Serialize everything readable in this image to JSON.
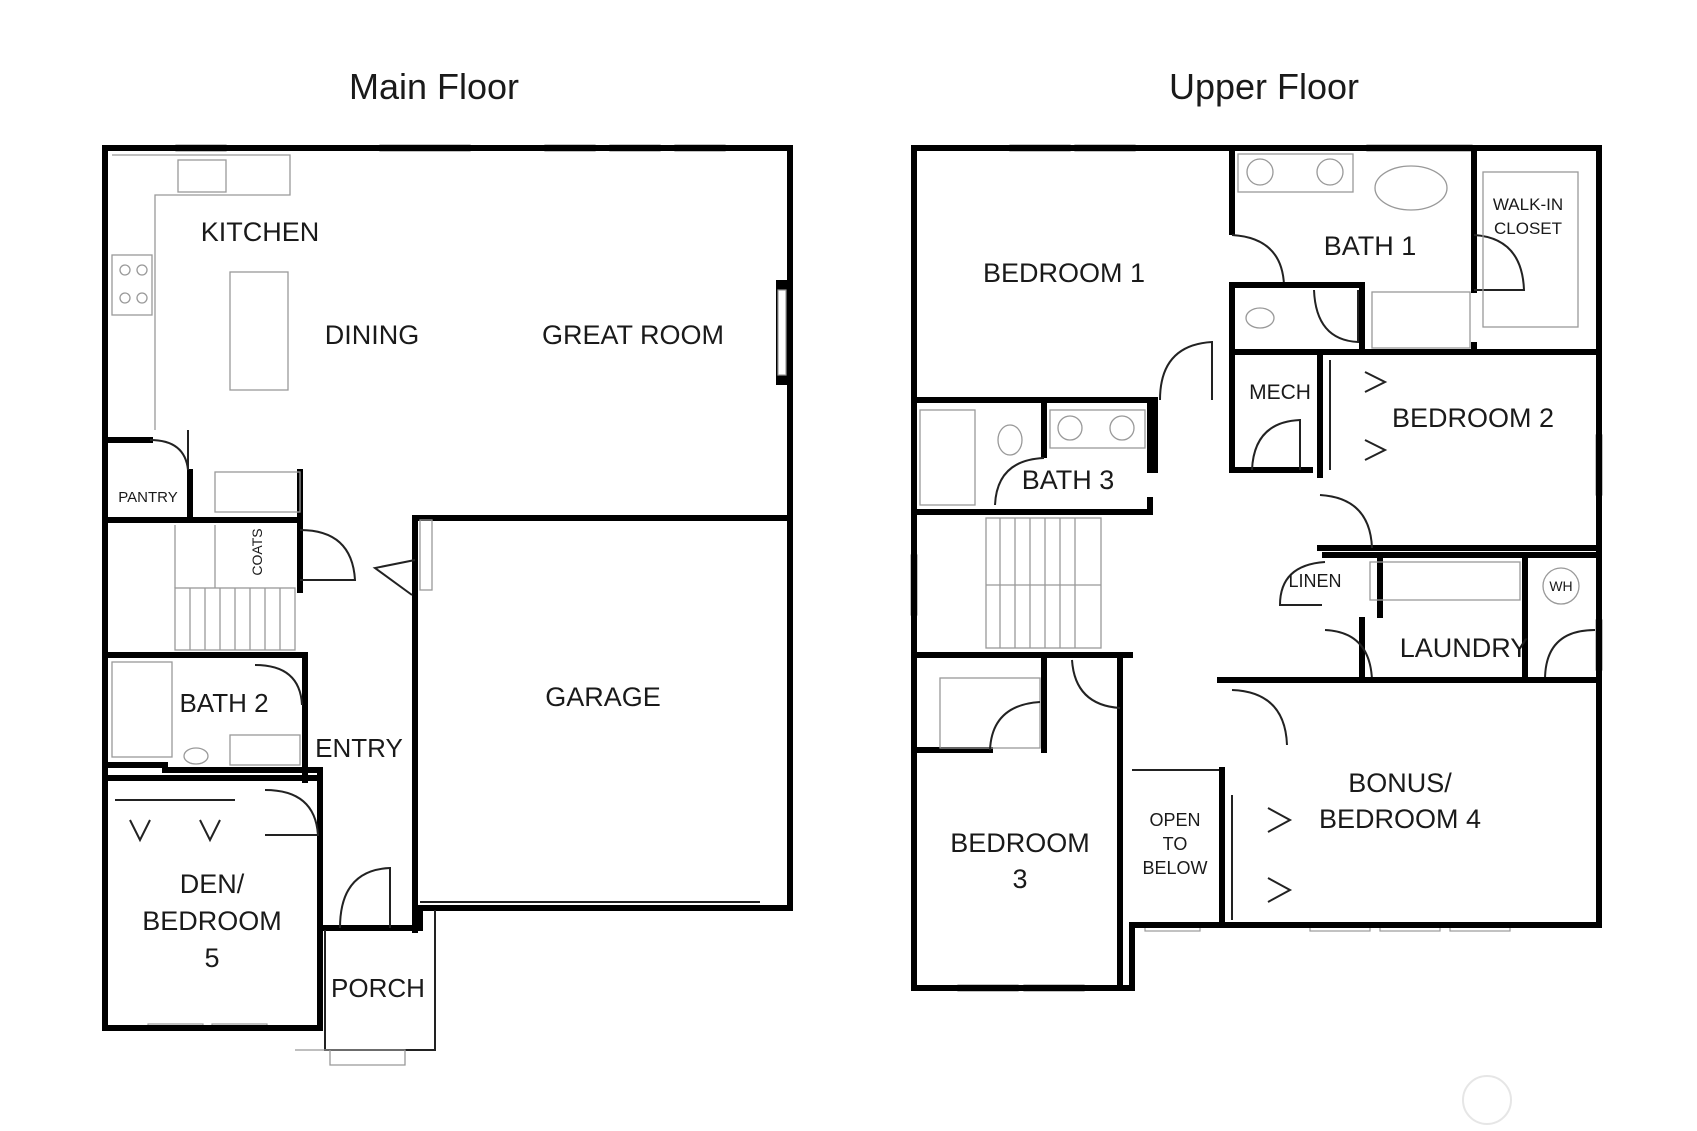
{
  "titles": {
    "main": "Main Floor",
    "upper": "Upper Floor"
  },
  "main_floor": {
    "kitchen": "KITCHEN",
    "dining": "DINING",
    "great_room": "GREAT ROOM",
    "pantry": "PANTRY",
    "coats": "COATS",
    "bath2": "BATH 2",
    "entry": "ENTRY",
    "garage": "GARAGE",
    "den_line1": "DEN/",
    "den_line2": "BEDROOM",
    "den_line3": "5",
    "porch": "PORCH"
  },
  "upper_floor": {
    "bedroom1": "BEDROOM 1",
    "bath1": "BATH 1",
    "walkin_line1": "WALK-IN",
    "walkin_line2": "CLOSET",
    "mech": "MECH",
    "bedroom2": "BEDROOM 2",
    "bath3": "BATH 3",
    "linen": "LINEN",
    "wh": "WH",
    "laundry": "LAUNDRY",
    "bedroom3_line1": "BEDROOM",
    "bedroom3_line2": "3",
    "open_line1": "OPEN",
    "open_line2": "TO",
    "open_line3": "BELOW",
    "bonus_line1": "BONUS/",
    "bonus_line2": "BEDROOM 4"
  }
}
